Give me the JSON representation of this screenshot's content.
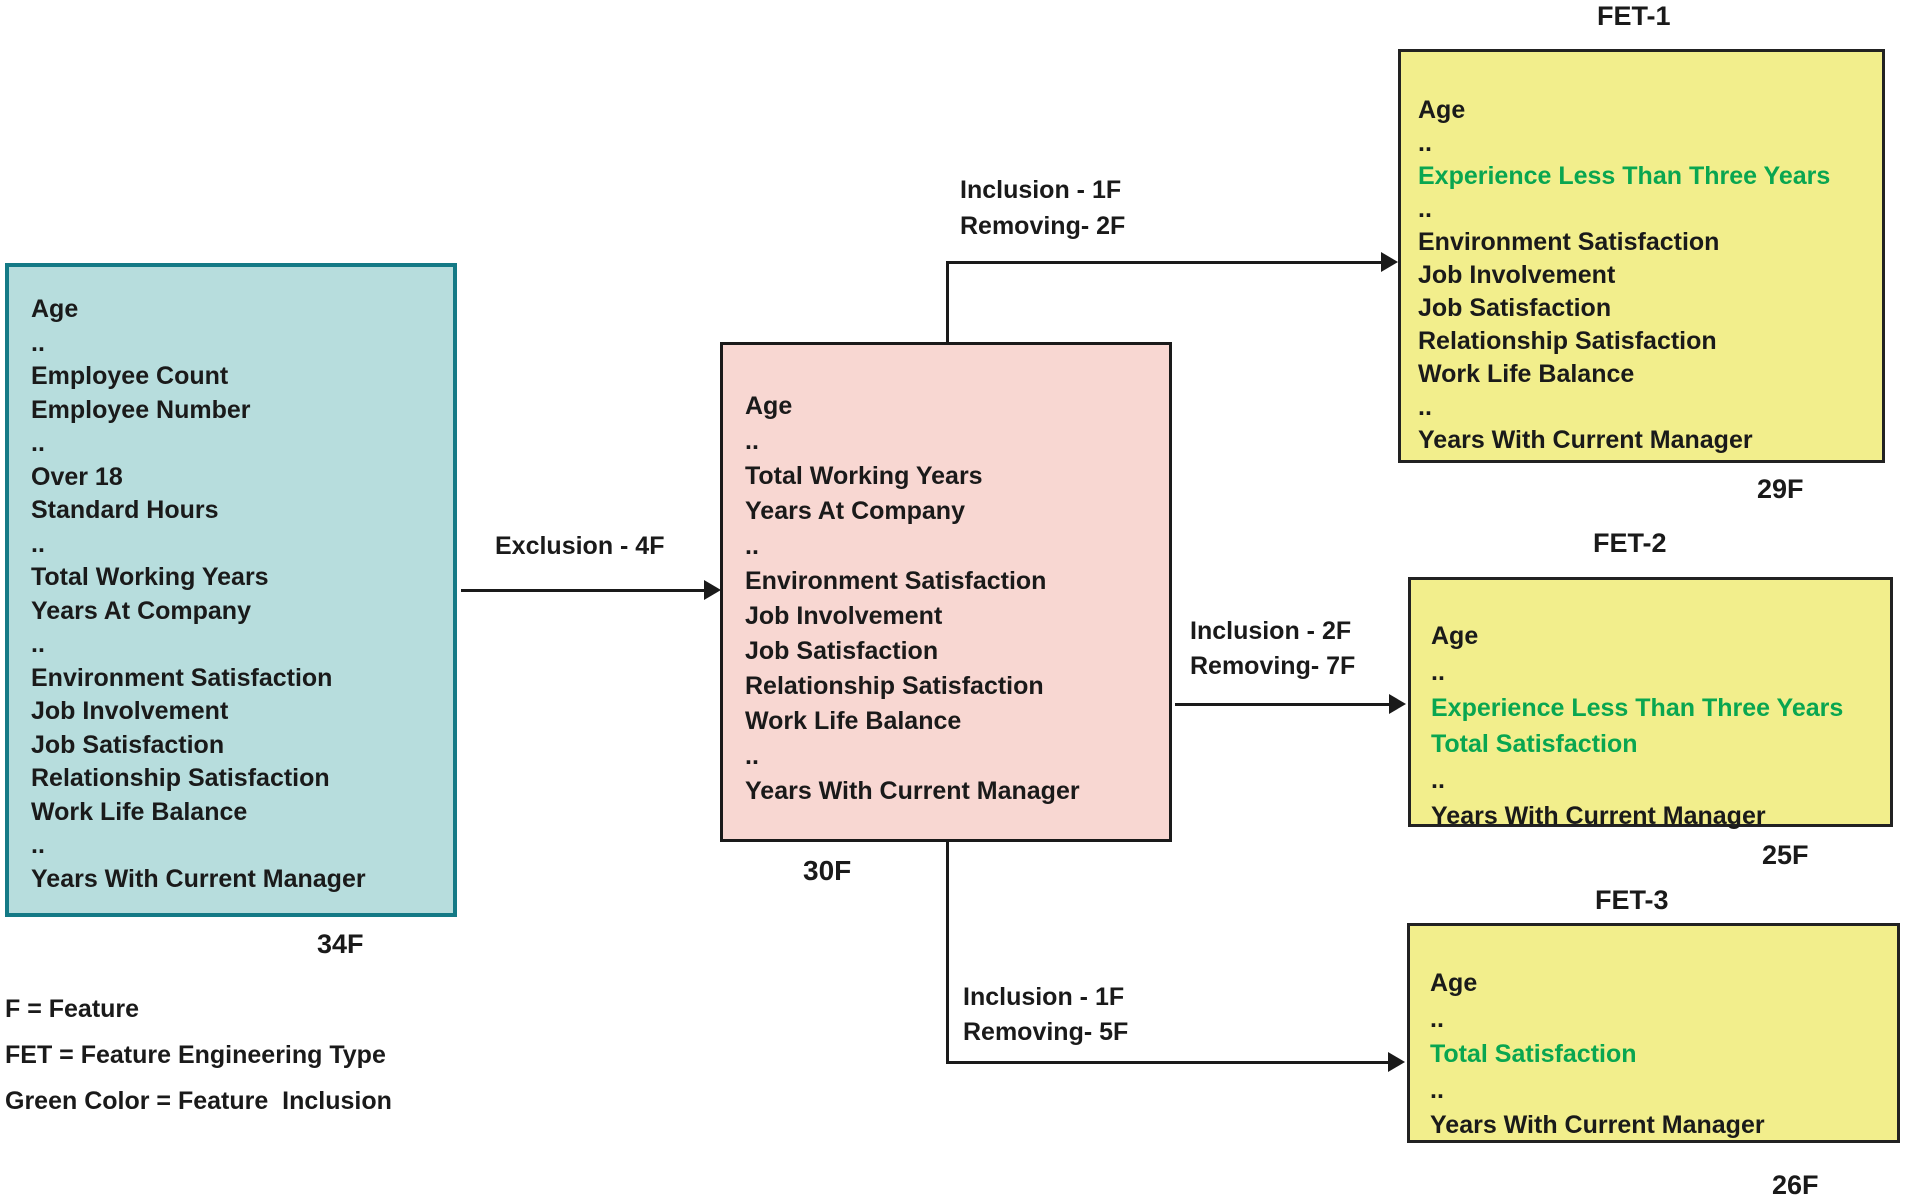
{
  "colors": {
    "green_inclusion": "#09a650",
    "teal_fill": "#b7dddd",
    "teal_border": "#147a86",
    "pink_fill": "#f8d7d2",
    "yellow_fill": "#f2ee8c",
    "line_color": "#1a1a1a"
  },
  "legend": {
    "line1": "F = Feature",
    "line2": "FET = Feature Engineering Type",
    "line3": "Green Color = Feature  Inclusion"
  },
  "arrows": {
    "exclusion": {
      "label": "Exclusion - 4F"
    },
    "fet1": {
      "label_line1": "Inclusion - 1F",
      "label_line2": "Removing- 2F"
    },
    "fet2": {
      "label_line1": "Inclusion - 2F",
      "label_line2": "Removing- 7F"
    },
    "fet3": {
      "label_line1": "Inclusion - 1F",
      "label_line2": "Removing- 5F"
    }
  },
  "boxes": {
    "source": {
      "count_label": "34F",
      "lines": [
        {
          "t": "Age"
        },
        {
          "t": ".."
        },
        {
          "t": "Employee Count"
        },
        {
          "t": "Employee Number"
        },
        {
          "t": ".."
        },
        {
          "t": "Over 18"
        },
        {
          "t": "Standard Hours"
        },
        {
          "t": ".."
        },
        {
          "t": "Total Working Years"
        },
        {
          "t": "Years At Company"
        },
        {
          "t": ".."
        },
        {
          "t": "Environment Satisfaction"
        },
        {
          "t": "Job Involvement"
        },
        {
          "t": "Job Satisfaction"
        },
        {
          "t": "Relationship Satisfaction"
        },
        {
          "t": "Work Life Balance"
        },
        {
          "t": ".."
        },
        {
          "t": "Years With Current Manager"
        }
      ]
    },
    "intermediate": {
      "count_label": "30F",
      "lines": [
        {
          "t": "Age"
        },
        {
          "t": ".."
        },
        {
          "t": "Total Working Years"
        },
        {
          "t": "Years At Company"
        },
        {
          "t": ".."
        },
        {
          "t": "Environment Satisfaction"
        },
        {
          "t": "Job Involvement"
        },
        {
          "t": "Job Satisfaction"
        },
        {
          "t": "Relationship Satisfaction"
        },
        {
          "t": "Work Life Balance"
        },
        {
          "t": ".."
        },
        {
          "t": "Years With Current Manager"
        }
      ]
    },
    "fet1": {
      "title": "FET-1",
      "count_label": "29F",
      "lines": [
        {
          "t": "Age"
        },
        {
          "t": ".."
        },
        {
          "t": "Experience Less Than Three Years",
          "c": "#09a650"
        },
        {
          "t": ".."
        },
        {
          "t": "Environment Satisfaction"
        },
        {
          "t": "Job Involvement"
        },
        {
          "t": "Job Satisfaction"
        },
        {
          "t": "Relationship Satisfaction"
        },
        {
          "t": "Work Life Balance"
        },
        {
          "t": ".."
        },
        {
          "t": "Years With Current Manager"
        }
      ]
    },
    "fet2": {
      "title": "FET-2",
      "count_label": "25F",
      "lines": [
        {
          "t": "Age"
        },
        {
          "t": ".."
        },
        {
          "t": "Experience Less Than Three Years",
          "c": "#09a650"
        },
        {
          "t": "Total Satisfaction",
          "c": "#09a650"
        },
        {
          "t": ".."
        },
        {
          "t": "Years With Current Manager"
        }
      ]
    },
    "fet3": {
      "title": "FET-3",
      "count_label": "26F",
      "lines": [
        {
          "t": "Age"
        },
        {
          "t": ".."
        },
        {
          "t": "Total Satisfaction",
          "c": "#09a650"
        },
        {
          "t": ".."
        },
        {
          "t": "Years With Current Manager"
        }
      ]
    }
  }
}
